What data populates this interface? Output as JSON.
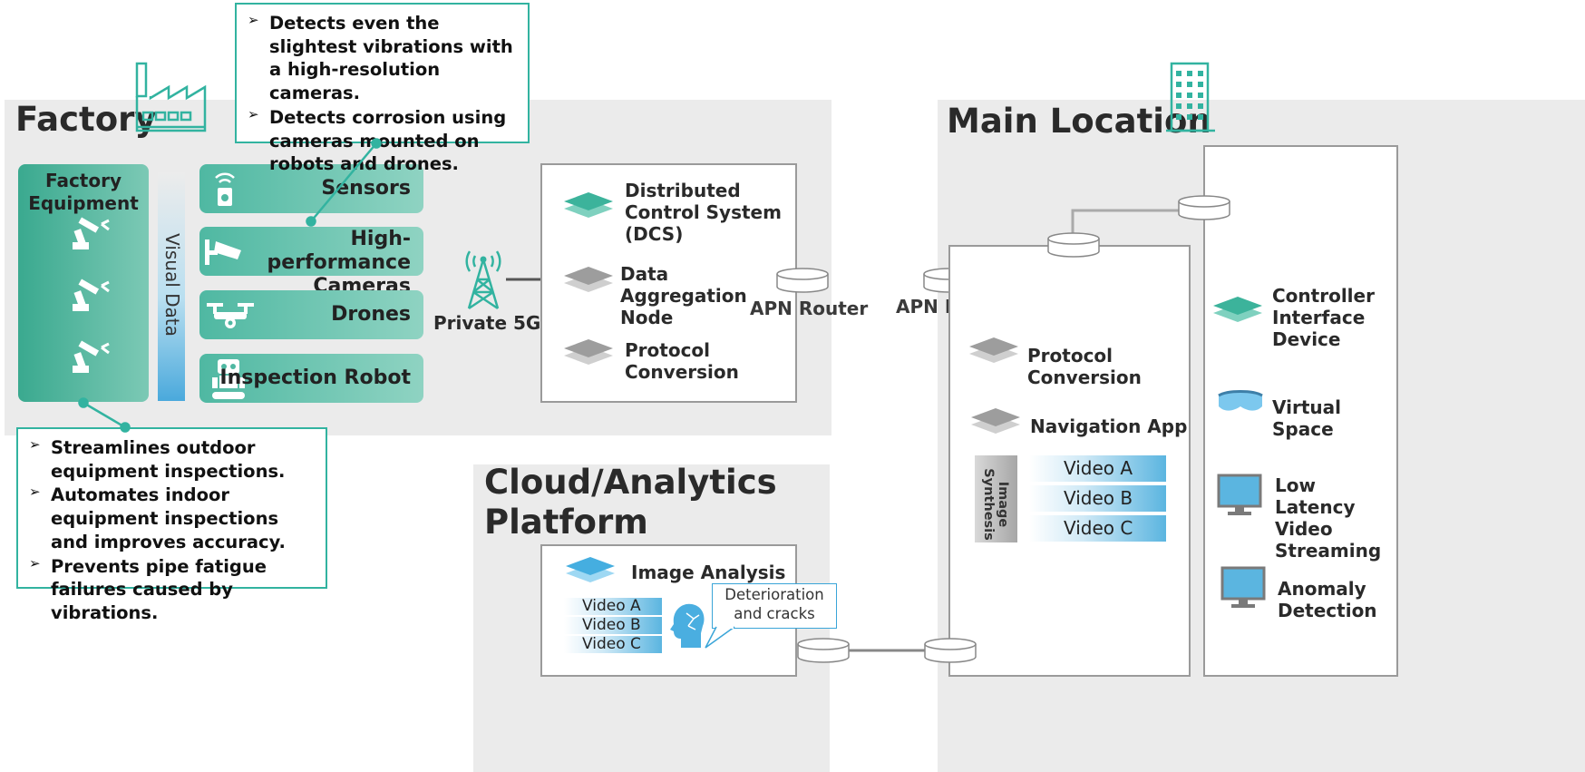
{
  "factory": {
    "title": "Factory",
    "equipment_label": "Factory Equipment",
    "visual_data_label": "Visual Data",
    "devices": [
      {
        "label": "Sensors",
        "icon": "sensor-icon"
      },
      {
        "label": "High-performance Cameras",
        "icon": "security-camera-icon"
      },
      {
        "label": "Drones",
        "icon": "drone-icon"
      },
      {
        "label": "Inspection Robot",
        "icon": "robot-icon"
      }
    ],
    "top_callout": [
      "Detects even the slightest vibrations with a high-resolution cameras.",
      "Detects corrosion using cameras mounted on robots and drones."
    ],
    "bottom_callout": [
      "Streamlines outdoor equipment inspections.",
      "Automates indoor equipment inspections and improves accuracy.",
      "Prevents pipe fatigue failures caused by vibrations."
    ]
  },
  "network": {
    "private5g_label": "Private 5G",
    "router_left_label": "APN Router",
    "router_right_label": "APN Router"
  },
  "edge": {
    "items": [
      "Distributed Control System (DCS)",
      "Data Aggregation Node",
      "Protocol Conversion"
    ]
  },
  "cloud": {
    "title": "Cloud/Analytics Platform",
    "image_analysis_label": "Image Analysis",
    "videos": [
      "Video A",
      "Video B",
      "Video C"
    ],
    "bubble_text": "Deterioration and cracks"
  },
  "main_location": {
    "title": "Main Location",
    "protocol_label": "Protocol Conversion",
    "navigation_label": "Navigation App",
    "image_synthesis_label": "Image Synthesis",
    "videos": [
      "Video A",
      "Video B",
      "Video C"
    ],
    "right_items": [
      {
        "label": "Controller Interface Device",
        "icon": "layers-icon"
      },
      {
        "label": "Virtual Space",
        "icon": "vr-goggles-icon"
      },
      {
        "label": "Low Latency Video Streaming",
        "icon": "monitor-icon"
      },
      {
        "label": "Anomaly Detection",
        "icon": "monitor-icon"
      }
    ]
  },
  "colors": {
    "teal": "#32b3a0",
    "region_gray": "#ebebeb",
    "video_blue": "#5bb5e0"
  }
}
